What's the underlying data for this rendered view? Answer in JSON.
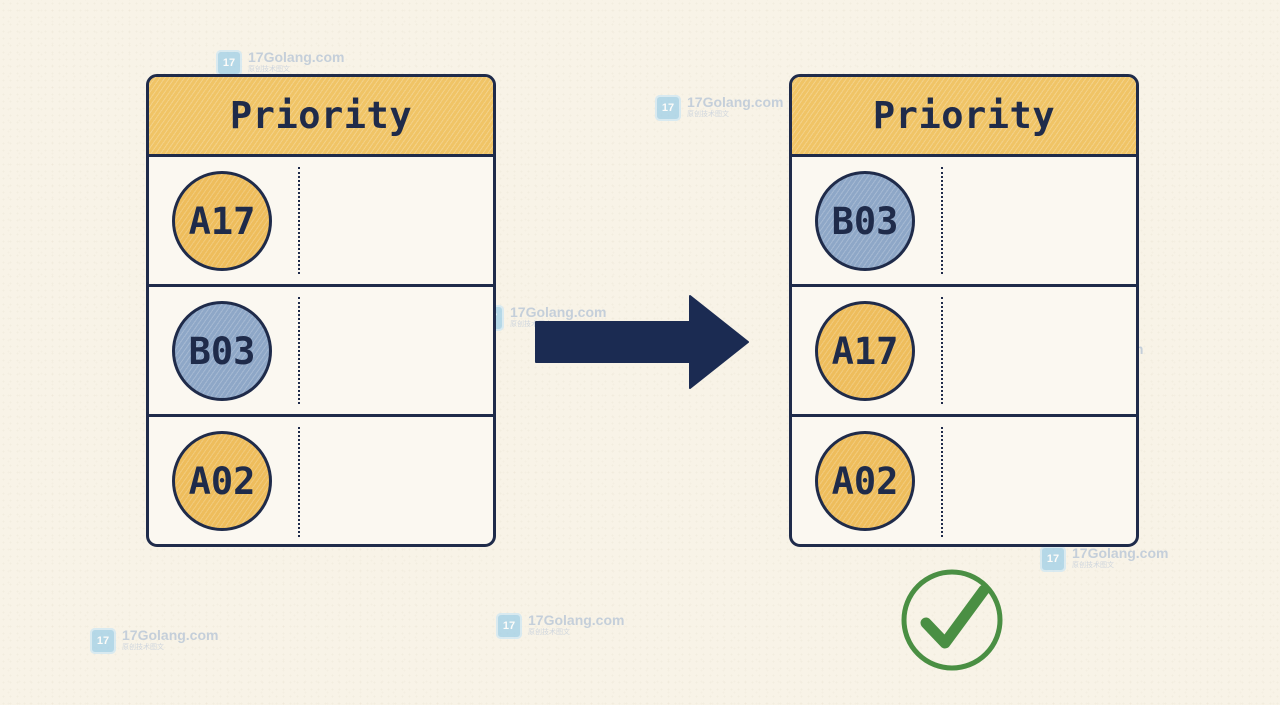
{
  "colors": {
    "background": "#f8f3e7",
    "ink": "#1f2b4a",
    "header_fill": "#f0c466",
    "token_yellow": "#eebd5c",
    "token_blue": "#8ea7c7",
    "arrow": "#1b2b52",
    "check": "#4a8f43"
  },
  "before": {
    "title": "Priority",
    "rows": [
      {
        "label": "A17",
        "color": "yellow"
      },
      {
        "label": "B03",
        "color": "blue"
      },
      {
        "label": "A02",
        "color": "yellow"
      }
    ]
  },
  "after": {
    "title": "Priority",
    "rows": [
      {
        "label": "B03",
        "color": "blue"
      },
      {
        "label": "A17",
        "color": "yellow"
      },
      {
        "label": "A02",
        "color": "yellow"
      }
    ]
  },
  "connector_icon": "right-arrow-icon",
  "result_icon": "checkmark-circle-icon",
  "watermark": {
    "site": "17Golang.com",
    "sub": "原创技术图文",
    "logo_text": "17"
  }
}
